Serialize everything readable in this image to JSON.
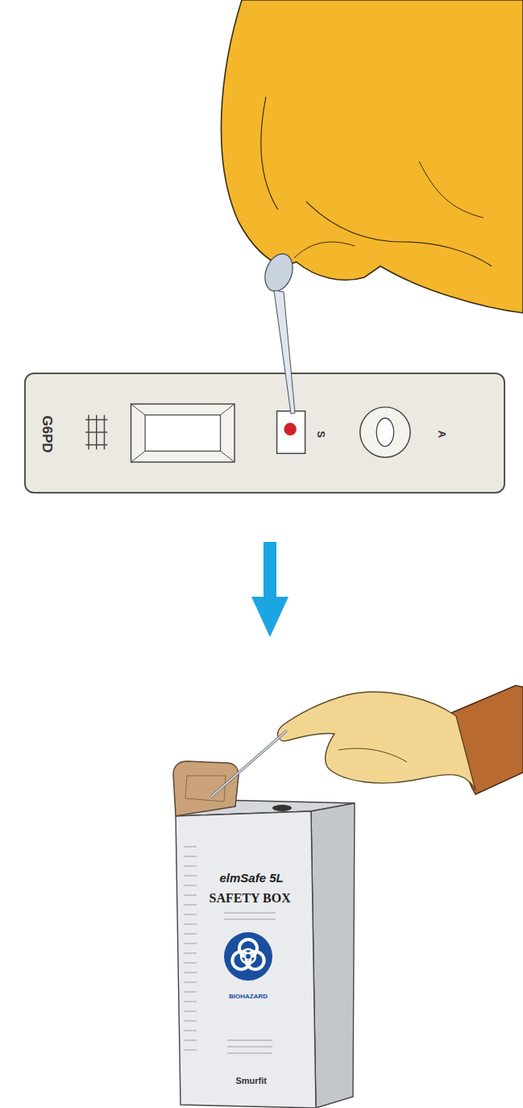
{
  "diagram": {
    "nodes": [
      {
        "text": [
          "G6PD",
          "S",
          "A"
        ]
      },
      {
        "text": [
          "elmSafe 5L",
          "SAFETY BOX",
          "BIOHAZARD",
          "Smurfit"
        ]
      }
    ]
  }
}
